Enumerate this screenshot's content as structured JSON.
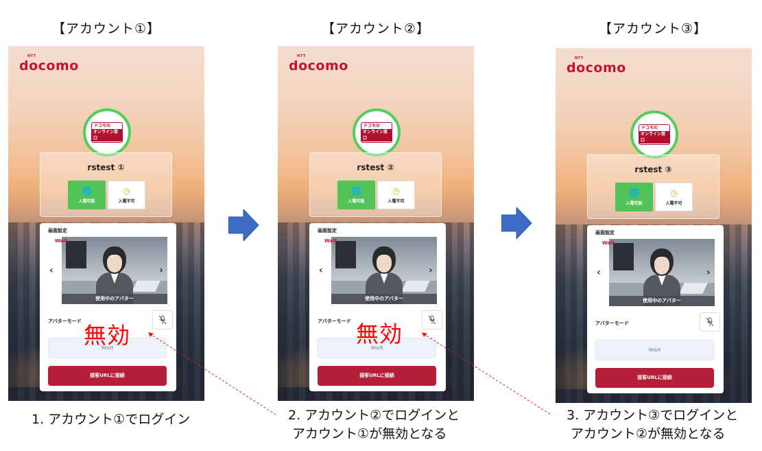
{
  "colors": {
    "brand_red": "#c4132f",
    "available_green": "#52c358",
    "connect_button": "#b51f38",
    "disabled_stamp": "#ff0000",
    "flow_arrow": "#3d6cc5"
  },
  "accounts": [
    {
      "title": "【アカウント①】",
      "logo": "docomo",
      "logo_small": "NTT",
      "brand_line1": "ドコモの",
      "brand_line2": "オンライン窓口",
      "username": "rstest ①",
      "status_available": "入電可能",
      "status_unavailable": "入電不可",
      "settings_title": "画面設定",
      "preview_wait": "Wait",
      "avatar_caption": "使用中のアバター",
      "avatar_mode_label": "アバターモード",
      "wait_button": "Wait",
      "connect_button": "接客URLに接続",
      "disabled_stamp": "無効"
    },
    {
      "title": "【アカウント②】",
      "logo": "docomo",
      "logo_small": "NTT",
      "brand_line1": "ドコモの",
      "brand_line2": "オンライン窓口",
      "username": "rstest ②",
      "status_available": "入電可能",
      "status_unavailable": "入電不可",
      "settings_title": "画面設定",
      "preview_wait": "Wait",
      "avatar_caption": "使用中のアバター",
      "avatar_mode_label": "アバターモード",
      "wait_button": "Wait",
      "connect_button": "接客URLに接続",
      "disabled_stamp": "無効"
    },
    {
      "title": "【アカウント③】",
      "logo": "docomo",
      "logo_small": "NTT",
      "brand_line1": "ドコモの",
      "brand_line2": "オンライン窓口",
      "username": "rstest ③",
      "status_available": "入電可能",
      "status_unavailable": "入電不可",
      "settings_title": "画面設定",
      "preview_wait": "Wait",
      "avatar_caption": "使用中のアバター",
      "avatar_mode_label": "アバターモード",
      "wait_button": "Wait",
      "connect_button": "接客URLに接続"
    }
  ],
  "steps": [
    "1. アカウント①でログイン",
    "2. アカウント②でログインと\n アカウント①が無効となる",
    "3. アカウント③でログインと\n アカウント②が無効となる"
  ]
}
